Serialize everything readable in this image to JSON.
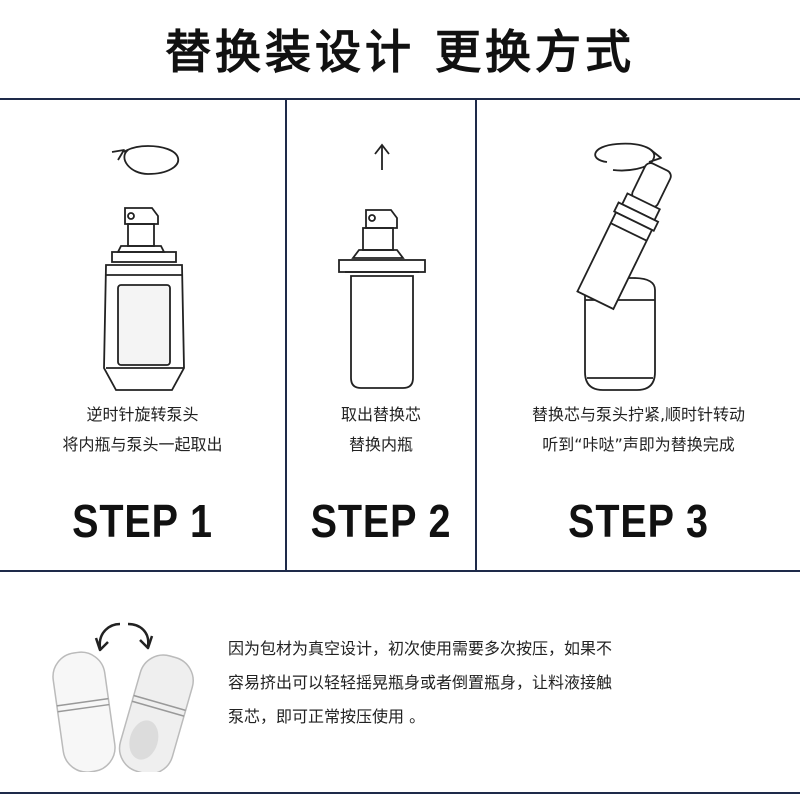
{
  "header": {
    "title": "替换装设计 更换方式"
  },
  "steps": [
    {
      "desc_line1": "逆时针旋转泵头",
      "desc_line2": "将内瓶与泵头一起取出",
      "label": "STEP 1"
    },
    {
      "desc_line1": "取出替换芯",
      "desc_line2": "替换内瓶",
      "label": "STEP 2"
    },
    {
      "desc_line1": "替换芯与泵头拧紧,顺时针转动",
      "desc_line2": "听到“咔哒”声即为替换完成",
      "label": "STEP 3"
    }
  ],
  "tip": {
    "line1": "因为包材为真空设计，初次使用需要多次按压，如果不",
    "line2": "容易挤出可以轻轻摇晃瓶身或者倒置瓶身，让料液接触",
    "line3": "泵芯，即可正常按压使用 。"
  },
  "colors": {
    "border": "#1e2a4a",
    "ink": "#222222"
  },
  "icons": [
    "rotate-counterclockwise-icon",
    "arrow-up-icon",
    "rotate-clockwise-icon",
    "shake-arrows-icon"
  ]
}
